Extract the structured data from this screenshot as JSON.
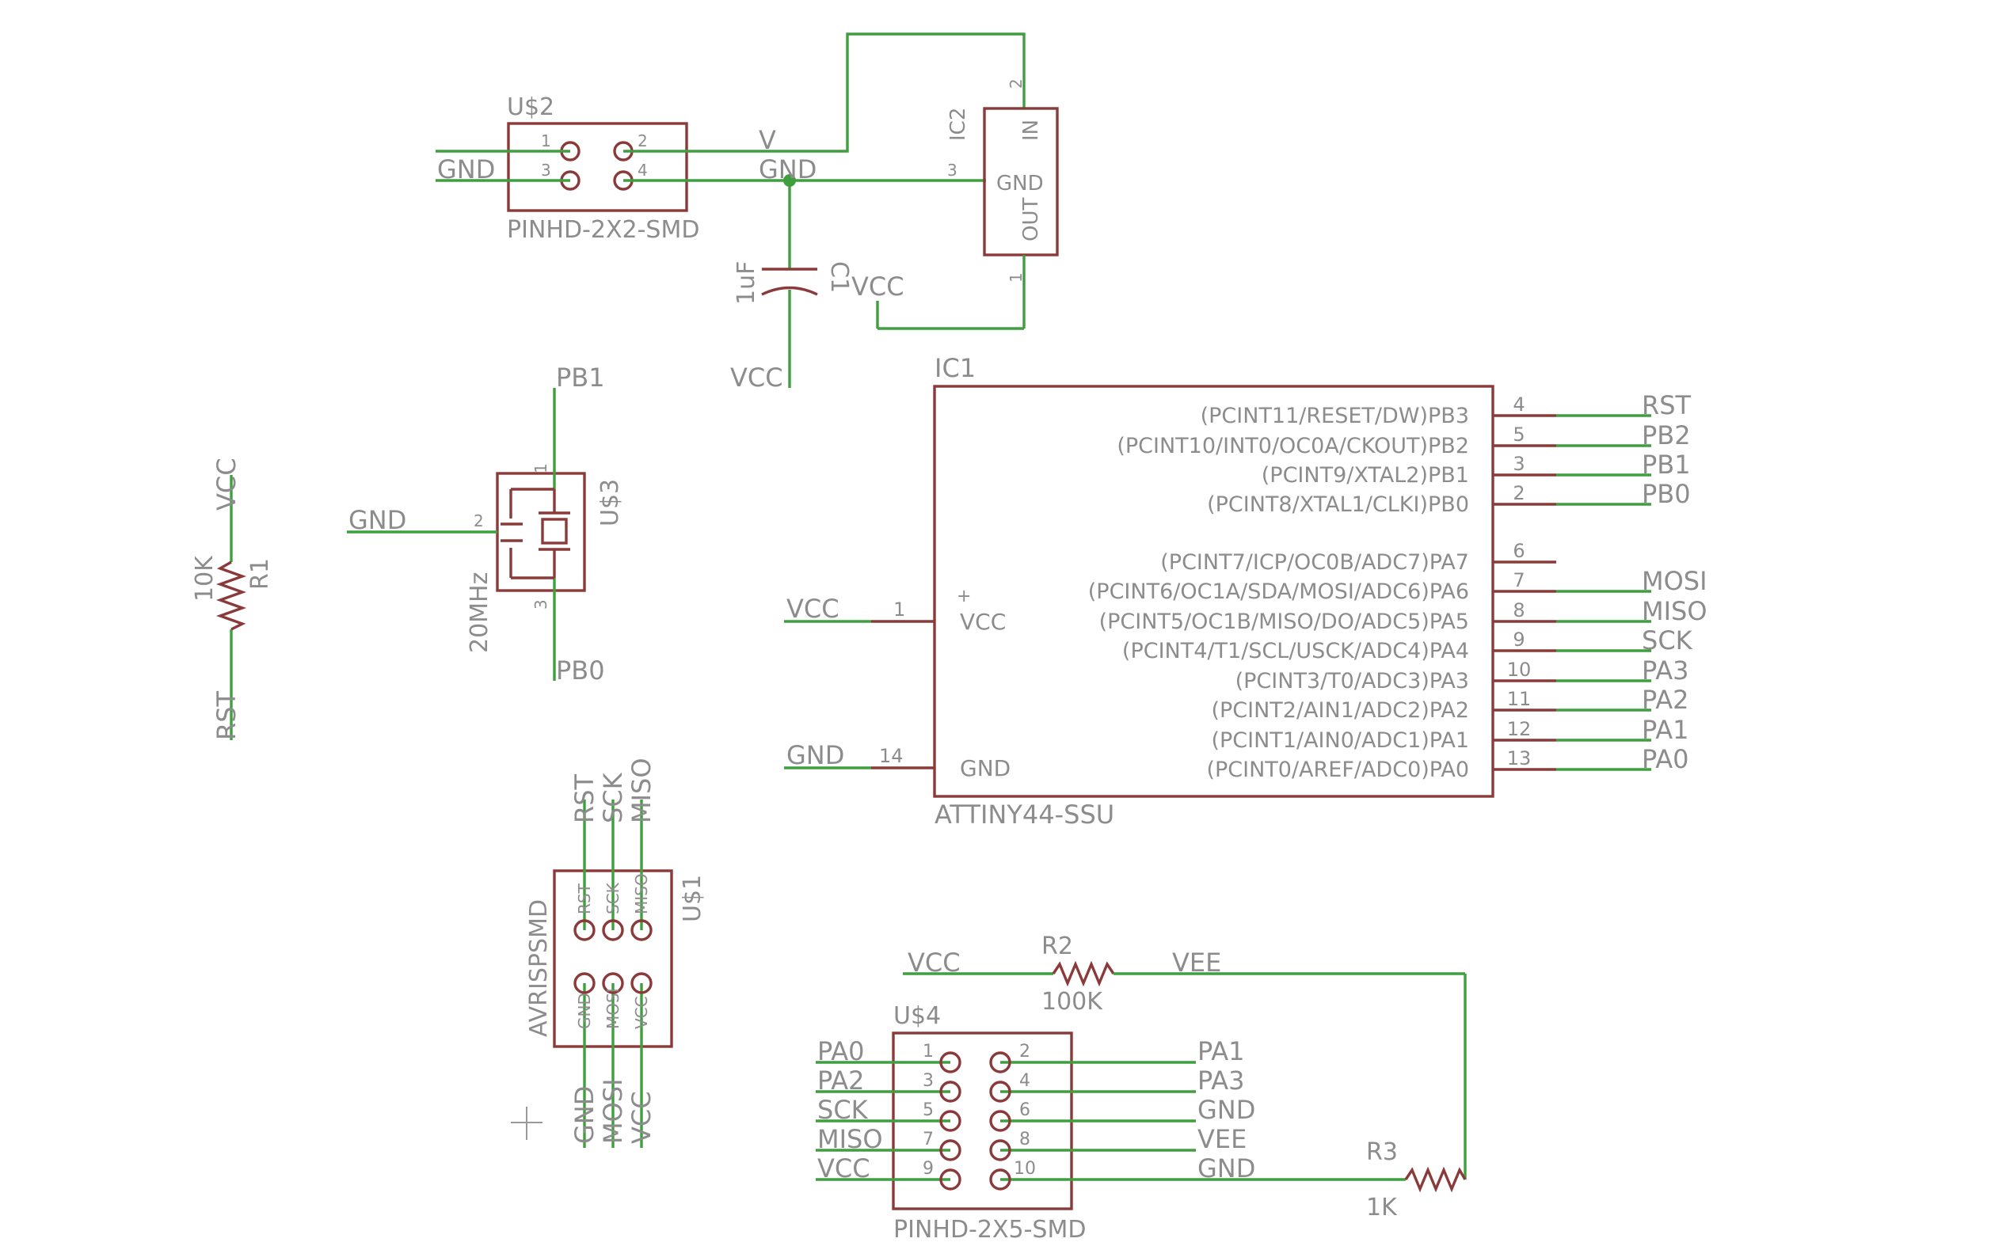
{
  "colors": {
    "symbol": "#8b3a3a",
    "wire": "#3f9f3f",
    "text": "#8c8c8c",
    "background": "#ffffff"
  },
  "components": {
    "us2": {
      "name": "U$2",
      "value": "PINHD-2X2-SMD",
      "pins": [
        "1",
        "2",
        "3",
        "4"
      ]
    },
    "ic2": {
      "name": "IC2",
      "pin_in": "IN",
      "pin_gnd": "GND",
      "pin_out": "OUT",
      "pins": [
        "2",
        "3",
        "1"
      ]
    },
    "c1": {
      "name": "C1",
      "value": "1uF"
    },
    "r1": {
      "name": "R1",
      "value": "10K"
    },
    "us3": {
      "name": "U$3",
      "value": "20MHz",
      "pins": [
        "1",
        "2",
        "3"
      ]
    },
    "ic1": {
      "name": "IC1",
      "value": "ATTINY44-SSU",
      "left_pins": [
        {
          "label": "VCC",
          "num": "1"
        },
        {
          "label": "GND",
          "num": "14"
        }
      ],
      "right_pins": [
        {
          "label": "(PCINT11/RESET/DW)PB3",
          "num": "4"
        },
        {
          "label": "(PCINT10/INT0/OC0A/CKOUT)PB2",
          "num": "5"
        },
        {
          "label": "(PCINT9/XTAL2)PB1",
          "num": "3"
        },
        {
          "label": "(PCINT8/XTAL1/CLKI)PB0",
          "num": "2"
        },
        {
          "label": "(PCINT7/ICP/OC0B/ADC7)PA7",
          "num": "6"
        },
        {
          "label": "(PCINT6/OC1A/SDA/MOSI/ADC6)PA6",
          "num": "7"
        },
        {
          "label": "(PCINT5/OC1B/MISO/DO/ADC5)PA5",
          "num": "8"
        },
        {
          "label": "(PCINT4/T1/SCL/USCK/ADC4)PA4",
          "num": "9"
        },
        {
          "label": "(PCINT3/T0/ADC3)PA3",
          "num": "10"
        },
        {
          "label": "(PCINT2/AIN1/ADC2)PA2",
          "num": "11"
        },
        {
          "label": "(PCINT1/AIN0/ADC1)PA1",
          "num": "12"
        },
        {
          "label": "(PCINT0/AREF/ADC0)PA0",
          "num": "13"
        }
      ],
      "right_nets": [
        "RST",
        "PB2",
        "PB1",
        "PB0",
        "",
        "MOSI",
        "MISO",
        "SCK",
        "PA3",
        "PA2",
        "PA1",
        "PA0"
      ]
    },
    "us1": {
      "name": "U$1",
      "value": "AVRISPSMD",
      "pins_top": [
        "RST",
        "SCK",
        "MISO"
      ],
      "pins_bottom": [
        "GND",
        "MOSI",
        "VCC"
      ]
    },
    "r2": {
      "name": "R2",
      "value": "100K"
    },
    "r3": {
      "name": "R3",
      "value": "1K"
    },
    "us4": {
      "name": "U$4",
      "value": "PINHD-2X5-SMD",
      "left": [
        {
          "net": "PA0",
          "num": "1"
        },
        {
          "net": "PA2",
          "num": "3"
        },
        {
          "net": "SCK",
          "num": "5"
        },
        {
          "net": "MISO",
          "num": "7"
        },
        {
          "net": "VCC",
          "num": "9"
        }
      ],
      "right": [
        {
          "net": "PA1",
          "num": "2"
        },
        {
          "net": "PA3",
          "num": "4"
        },
        {
          "net": "GND",
          "num": "6"
        },
        {
          "net": "VEE",
          "num": "8"
        },
        {
          "net": "GND",
          "num": "10"
        }
      ]
    }
  },
  "nets": {
    "us2_gnd": "GND",
    "v": "V",
    "gnd_mid": "GND",
    "vcc_c1": "VCC",
    "vcc_ic2": "VCC",
    "pb1": "PB1",
    "pb0": "PB0",
    "gnd_xtal": "GND",
    "r1_vcc": "VCC",
    "r1_rst": "RST",
    "ic1_vcc": "VCC",
    "ic1_gnd": "GND",
    "isp_rst": "RST",
    "isp_sck": "SCK",
    "isp_miso": "MISO",
    "isp_gnd": "GND",
    "isp_mosi": "MOSI",
    "isp_vcc": "VCC",
    "r2_vcc": "VCC",
    "r2_vee": "VEE"
  }
}
